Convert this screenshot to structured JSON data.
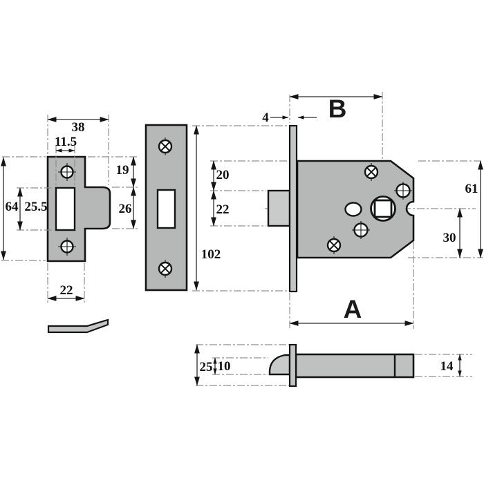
{
  "dimensions": {
    "strike_front": {
      "width": "38",
      "slot_width": "11.5",
      "height": "64",
      "slot_height": "25.5",
      "lip_offset": "19",
      "lip_height": "26",
      "bottom_width": "22"
    },
    "faceplate_front": {
      "height": "102"
    },
    "lock_plan": {
      "faceplate_thickness": "4",
      "backset_label": "B",
      "depth_label": "A",
      "case_height": "61",
      "spindle_to_bottom": "30",
      "top_to_bolt": "20",
      "bolt_height": "22"
    },
    "latch_side": {
      "plate_height": "25",
      "bolt_thickness": "10",
      "case_thickness": "14"
    }
  },
  "colors": {
    "part_gray": "#b6b8b7",
    "light_gray": "#c9cbca",
    "outline": "#141414",
    "centerline": "#8f8f8f",
    "background": "#ffffff"
  }
}
